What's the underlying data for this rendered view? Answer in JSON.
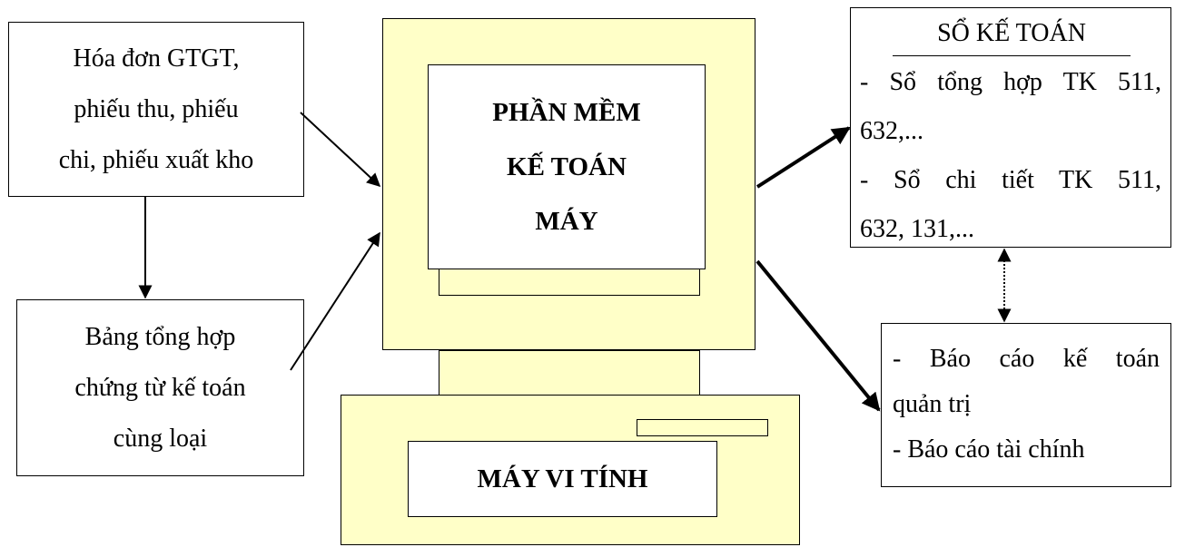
{
  "inputs": {
    "invoice_box": {
      "lines": [
        "Hóa đơn GTGT,",
        "phiếu thu, phiếu",
        "chi, phiếu xuất kho"
      ]
    },
    "summary_box": {
      "lines": [
        "Bảng tổng hợp",
        "chứng từ kế toán",
        "cùng loại"
      ]
    }
  },
  "computer": {
    "software_lines": [
      "PHẦN MỀM",
      "KẾ TOÁN",
      "MÁY"
    ],
    "base_label": "MÁY VI TÍNH"
  },
  "outputs": {
    "ledger_box": {
      "title": "SỔ KẾ TOÁN",
      "line1a": "- Sổ tổng hợp TK 511,",
      "line1b": "632,...",
      "line2a": "- Sổ chi tiết TK 511,",
      "line2b": "632, 131,..."
    },
    "report_box": {
      "line1a": "- Báo cáo kế toán",
      "line1b": "quản trị",
      "line2": "- Báo cáo tài chính"
    }
  },
  "colors": {
    "computer_fill": "#ffffc8",
    "line": "#000000"
  }
}
